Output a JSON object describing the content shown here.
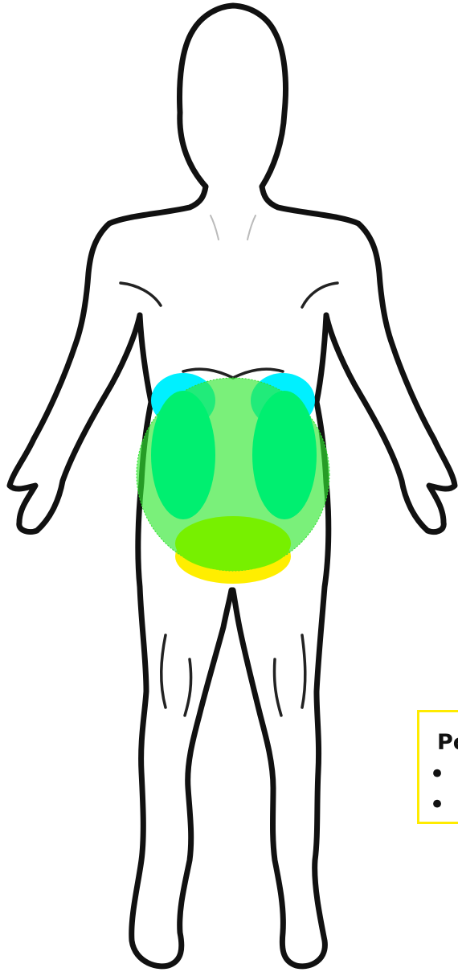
{
  "legend": {
    "title": "Po",
    "items": [
      "",
      ""
    ]
  },
  "zones": [
    {
      "name": "upper-left-abdomen",
      "color": "#00f0ff"
    },
    {
      "name": "upper-right-abdomen",
      "color": "#00f0ff"
    },
    {
      "name": "lower-abdomen",
      "color": "#ffee00"
    },
    {
      "name": "central-abdomen",
      "color": "#33e833"
    },
    {
      "name": "left-flank",
      "color": "#00ef70"
    },
    {
      "name": "right-flank",
      "color": "#00ef70"
    },
    {
      "name": "suprapubic",
      "color": "#77f000"
    }
  ]
}
